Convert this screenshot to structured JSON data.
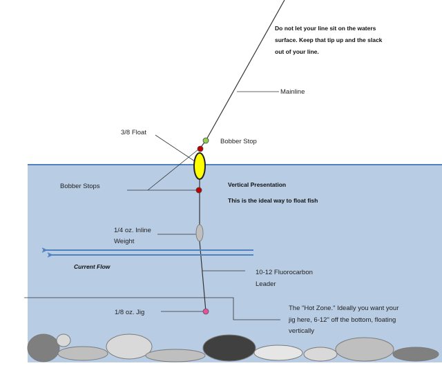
{
  "colors": {
    "water": "#b8cce4",
    "water_edge": "#4f81bd",
    "line": "#333333",
    "float_fill": "#ffff00",
    "stop_top": "#92d050",
    "stop_red": "#c00000",
    "weight_fill": "#bfbfbf",
    "jig_fill": "#e8509b",
    "current_arrow": "#4f81bd"
  },
  "labels": {
    "warning": [
      "Do not let your line sit on the waters",
      "surface. Keep that tip up and the slack",
      "out of your line."
    ],
    "mainline": "Mainline",
    "float": "3/8 Float",
    "bobber_stop": "Bobber Stop",
    "bobber_stops": "Bobber Stops",
    "vertical_title": "Vertical Presentation",
    "vertical_sub": "This is the ideal way to float fish",
    "weight": [
      "1/4 oz. Inline",
      "Weight"
    ],
    "current_flow": "Current Flow",
    "leader": [
      "10-12 Fluorocarbon",
      "Leader"
    ],
    "jig": "1/8 oz. Jig",
    "hot_zone": [
      "The \"Hot Zone.\" Ideally you want your",
      "jig here, 6-12\" off the bottom, floating",
      "vertically"
    ]
  },
  "rocks": [
    {
      "fill": "#7f7f7f"
    },
    {
      "fill": "#d9d9d9"
    },
    {
      "fill": "#bfbfbf"
    },
    {
      "fill": "#d9d9d9"
    },
    {
      "fill": "#bfbfbf"
    },
    {
      "fill": "#404040"
    },
    {
      "fill": "#e7e6e6"
    },
    {
      "fill": "#d9d9d9"
    },
    {
      "fill": "#bfbfbf"
    },
    {
      "fill": "#808080"
    }
  ]
}
